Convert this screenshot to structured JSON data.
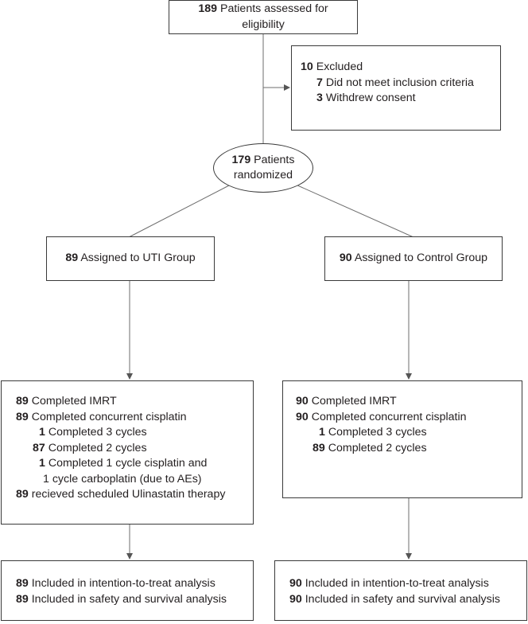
{
  "assessed": {
    "count": "189",
    "text_line1": "Patients assessed for",
    "text_line2": "eligibility"
  },
  "excluded": {
    "count": "10",
    "label": "Excluded",
    "items": [
      {
        "count": "7",
        "label": "Did not meet inclusion criteria"
      },
      {
        "count": "3",
        "label": "Withdrew consent"
      }
    ]
  },
  "randomized": {
    "count": "179",
    "text_line1": "Patients",
    "text_line2": "randomized"
  },
  "uti_assigned": {
    "count": "89",
    "label": "Assigned to UTI Group"
  },
  "control_assigned": {
    "count": "90",
    "label": "Assigned to Control Group"
  },
  "uti_followup": {
    "imrt": {
      "count": "89",
      "label": "Completed IMRT"
    },
    "cisplatin": {
      "count": "89",
      "label": "Completed concurrent cisplatin"
    },
    "three_cycles": {
      "count": "1",
      "label": "Completed 3 cycles"
    },
    "two_cycles": {
      "count": "87",
      "label": "Completed 2 cycles"
    },
    "mixed": {
      "count": "1",
      "label_line1": "Completed 1 cycle cisplatin and",
      "label_line2": "1 cycle carboplatin (due to AEs)"
    },
    "ulinastatin": {
      "count": "89",
      "label": "recieved scheduled Ulinastatin therapy"
    }
  },
  "control_followup": {
    "imrt": {
      "count": "90",
      "label": "Completed IMRT"
    },
    "cisplatin": {
      "count": "90",
      "label": "Completed concurrent cisplatin"
    },
    "three_cycles": {
      "count": "1",
      "label": "Completed 3 cycles"
    },
    "two_cycles": {
      "count": "89",
      "label": "Completed 2 cycles"
    }
  },
  "uti_analysis": {
    "itt": {
      "count": "89",
      "label": "Included in intention-to-treat analysis"
    },
    "safety": {
      "count": "89",
      "label": "Included in safety and survival analysis"
    }
  },
  "control_analysis": {
    "itt": {
      "count": "90",
      "label": "Included in intention-to-treat analysis"
    },
    "safety": {
      "count": "90",
      "label": "Included in safety and survival analysis"
    }
  }
}
